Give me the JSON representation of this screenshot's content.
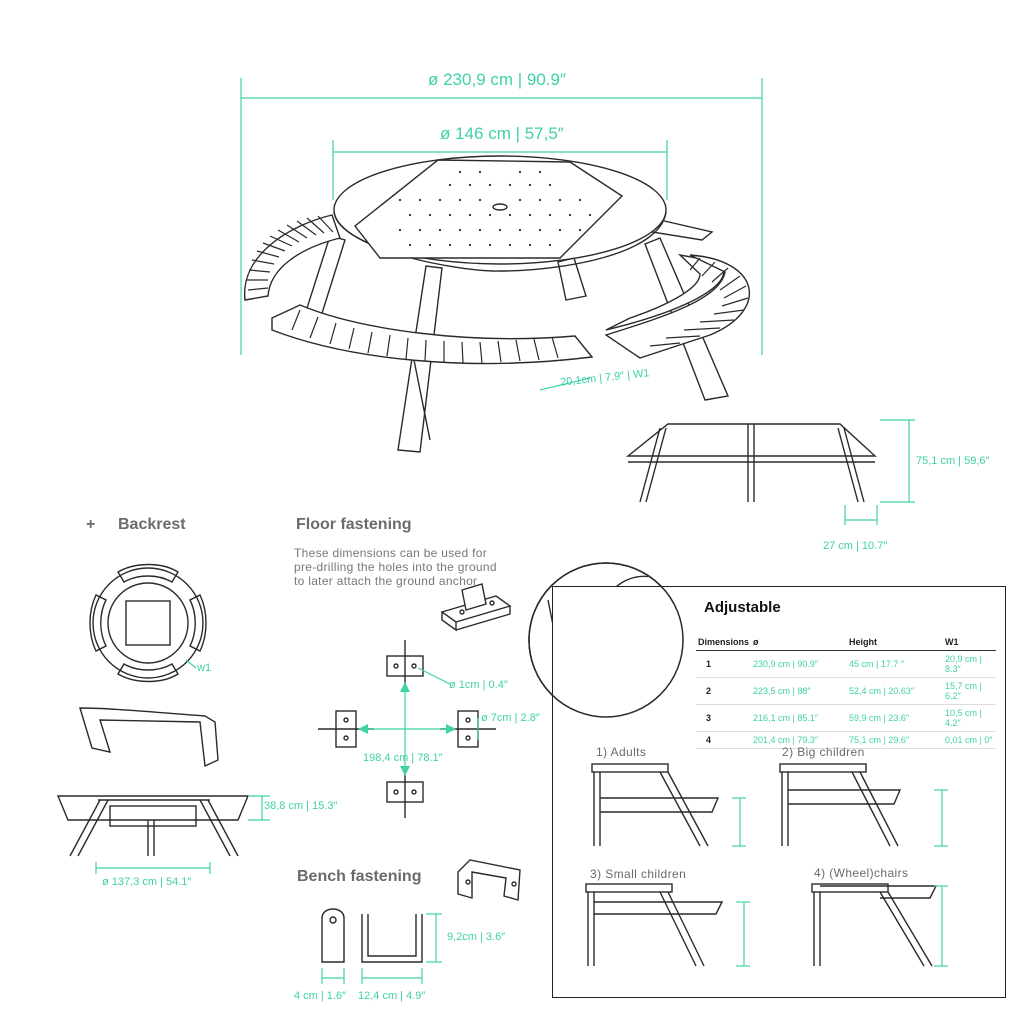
{
  "main_dims": {
    "outer_diameter": "ø 230,9 cm | 90.9″",
    "table_diameter": "ø 146 cm | 57,5″",
    "bench_width": "20,1cm | 7.9″ | W1",
    "height": "75,1 cm | 59,6″",
    "leg_offset": "27 cm | 10.7″"
  },
  "backrest": {
    "plus": "+",
    "title": "Backrest",
    "w1_label": "w1",
    "height": "38,8 cm | 15.3″",
    "diameter": "ø 137,3 cm | 54.1″"
  },
  "floor": {
    "title": "Floor fastening",
    "note": "These dimensions can be used for pre-drilling the holes into the ground to later attach the ground anchor",
    "hole": "ø 1cm | 0.4″",
    "plate": "ø 7cm | 2.8″",
    "span": "198,4 cm | 78.1″"
  },
  "bench": {
    "title": "Bench fastening",
    "height": "9,2cm | 3.6″",
    "width_small": "4 cm | 1.6″",
    "width_large": "12,4 cm | 4.9″"
  },
  "adjustable": {
    "title": "Adjustable",
    "headers": [
      "Dimensions",
      "ø",
      "Height",
      "W1"
    ],
    "rows": [
      {
        "n": "1",
        "d": "230,9 cm | 90.9″",
        "h": "45 cm | 17.7 ″",
        "w": "20,9 cm | 8.3″"
      },
      {
        "n": "2",
        "d": "223,5 cm | 88″",
        "h": "52,4 cm | 20.63″",
        "w": "15,7 cm | 6.2″"
      },
      {
        "n": "3",
        "d": "216,1 cm | 85.1″",
        "h": "59,9 cm | 23.6″",
        "w": "10,5 cm | 4.2″"
      },
      {
        "n": "4",
        "d": "201,4 cm | 79.3″",
        "h": "75,1 cm | 29.6″",
        "w": "0,01 cm | 0″"
      }
    ],
    "variants": [
      "1) Adults",
      "2) Big children",
      "3) Small children",
      "4) (Wheel)chairs"
    ]
  },
  "colors": {
    "accent": "#3fd1a8",
    "ink": "#2a2a2a",
    "heading": "#6b6b6b"
  }
}
